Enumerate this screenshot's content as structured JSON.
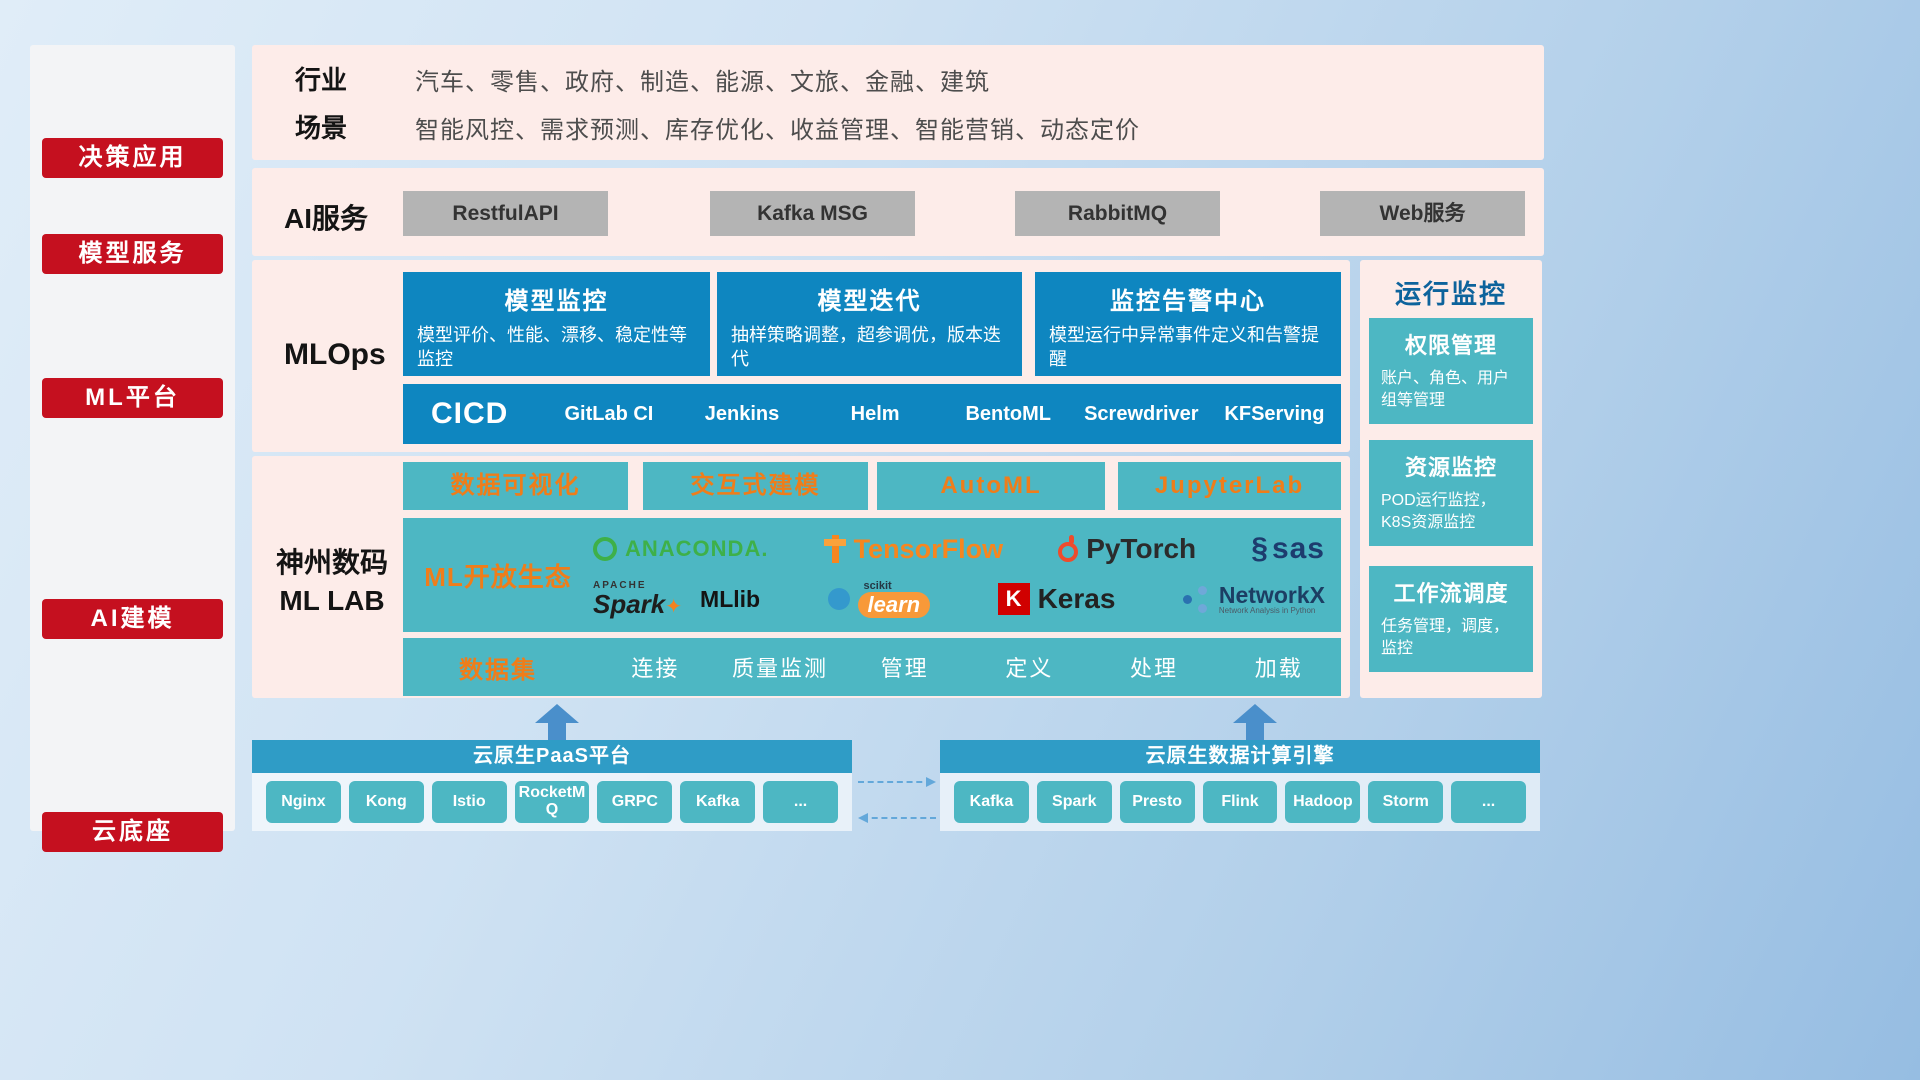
{
  "colors": {
    "accent_red": "#c5101f",
    "panel_pink": "#fdece9",
    "primary_blue": "#0e86c0",
    "teal": "#4db7c3",
    "orange": "#ef7d1a",
    "bottom_bar_blue": "#2f9cc6"
  },
  "sidebar": {
    "items": [
      {
        "label": "决策应用"
      },
      {
        "label": "模型服务"
      },
      {
        "label": "ML平台"
      },
      {
        "label": "AI建模"
      },
      {
        "label": "云底座"
      }
    ]
  },
  "industry": {
    "rows": [
      {
        "label": "行业",
        "text": "汽车、零售、政府、制造、能源、文旅、金融、建筑"
      },
      {
        "label": "场景",
        "text": "智能风控、需求预测、库存优化、收益管理、智能营销、动态定价"
      }
    ]
  },
  "ai_service": {
    "label": "AI服务",
    "buttons": [
      "RestfulAPI",
      "Kafka MSG",
      "RabbitMQ",
      "Web服务"
    ]
  },
  "mlops": {
    "label": "MLOps",
    "cards": [
      {
        "title": "模型监控",
        "desc": "模型评价、性能、漂移、稳定性等监控"
      },
      {
        "title": "模型迭代",
        "desc": "抽样策略调整，超参调优，版本迭代"
      },
      {
        "title": "监控告警中心",
        "desc": "模型运行中异常事件定义和告警提醒"
      }
    ],
    "cicd": {
      "label": "CICD",
      "items": [
        "GitLab CI",
        "Jenkins",
        "Helm",
        "BentoML",
        "Screwdriver",
        "KFServing"
      ]
    }
  },
  "mllab": {
    "label_line1": "神州数码",
    "label_line2": "ML LAB",
    "top_buttons": [
      "数据可视化",
      "交互式建模",
      "AutoML",
      "JupyterLab"
    ],
    "eco": {
      "label": "ML开放生态",
      "logos": {
        "anaconda": "ANACONDA.",
        "tensorflow": "TensorFlow",
        "pytorch": "PyTorch",
        "sas_glyph": "§",
        "sas": "sas",
        "spark_top": "APACHE",
        "spark": "Spark",
        "spark_star": "✦",
        "mllib": "MLlib",
        "sklearn_top": "scikit",
        "sklearn": "learn",
        "keras_letter": "K",
        "keras": "Keras",
        "networkx": "NetworkX",
        "networkx_sub": "Network Analysis in Python"
      }
    },
    "dataset": {
      "label": "数据集",
      "items": [
        "连接",
        "质量监测",
        "管理",
        "定义",
        "处理",
        "加载"
      ]
    }
  },
  "monitor": {
    "title": "运行监控",
    "cards": [
      {
        "title": "权限管理",
        "desc": "账户、角色、用户组等管理"
      },
      {
        "title": "资源监控",
        "desc": "POD运行监控，K8S资源监控"
      },
      {
        "title": "工作流调度",
        "desc": "任务管理，调度，监控"
      }
    ]
  },
  "cloud": {
    "paas": {
      "title": "云原生PaaS平台",
      "items": [
        "Nginx",
        "Kong",
        "Istio",
        "RocketMQ",
        "GRPC",
        "Kafka",
        "..."
      ]
    },
    "engine": {
      "title": "云原生数据计算引擎",
      "items": [
        "Kafka",
        "Spark",
        "Presto",
        "Flink",
        "Hadoop",
        "Storm",
        "..."
      ]
    }
  }
}
